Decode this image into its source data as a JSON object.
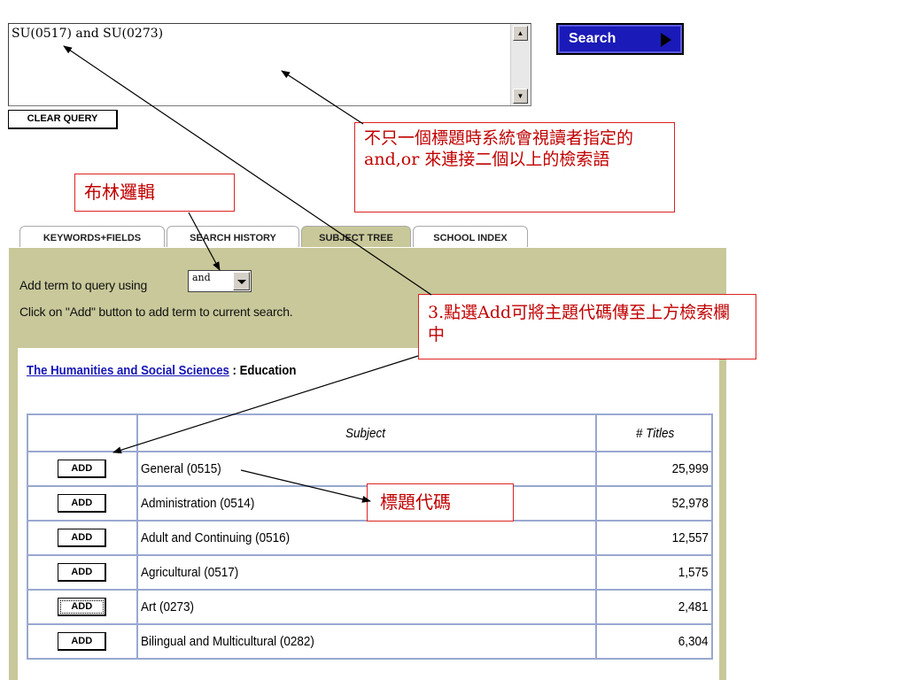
{
  "query": {
    "text": "SU(0517) and SU(0273)"
  },
  "search_button": {
    "label": "Search"
  },
  "clear_button": {
    "label": "CLEAR QUERY"
  },
  "tabs": [
    {
      "label": "KEYWORDS+FIELDS",
      "active": false
    },
    {
      "label": "SEARCH HISTORY",
      "active": false
    },
    {
      "label": "SUBJECT TREE",
      "active": true
    },
    {
      "label": "SCHOOL INDEX",
      "active": false
    }
  ],
  "add_term": {
    "label": "Add term to query using",
    "operator": "and",
    "instructions": "Click on \"Add\" button to add term to current search."
  },
  "breadcrumb": {
    "link": "The Humanities and Social Sciences",
    "separator": " : ",
    "current": "Education"
  },
  "table": {
    "headers": [
      "",
      "Subject",
      "# Titles"
    ],
    "add_label": "ADD",
    "rows": [
      {
        "subject": "General (0515)",
        "titles": "25,999"
      },
      {
        "subject": "Administration (0514)",
        "titles": "52,978"
      },
      {
        "subject": "Adult and Continuing (0516)",
        "titles": "12,557"
      },
      {
        "subject": "Agricultural (0517)",
        "titles": "1,575"
      },
      {
        "subject": "Art (0273)",
        "titles": "2,481"
      },
      {
        "subject": "Bilingual and Multicultural (0282)",
        "titles": "6,304"
      }
    ]
  },
  "annotations": {
    "connector_note": "不只一個標題時系統會視讀者指定的and,or 來連接二個以上的檢索語",
    "boolean_note": "布林邏輯",
    "add_note": "3.點選Add可將主題代碼傳至上方檢索欄中",
    "code_note": "標題代碼"
  },
  "colors": {
    "panel": "#c8c89a",
    "search_button": "#1a1ab8",
    "callout_text": "#c00000",
    "link": "#1515b8"
  }
}
